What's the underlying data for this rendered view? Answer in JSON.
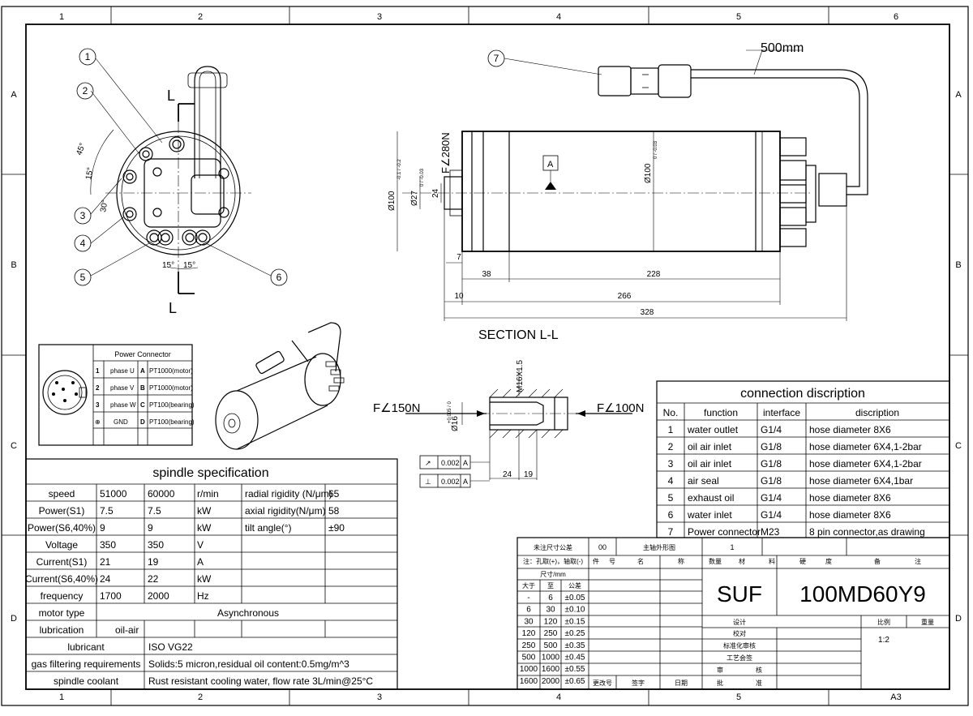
{
  "frame": {
    "columns": [
      "1",
      "2",
      "3",
      "4",
      "5",
      "6"
    ],
    "rows": [
      "A",
      "B",
      "C",
      "D"
    ],
    "sheet_size": "A3"
  },
  "front_view": {
    "callouts": [
      "1",
      "2",
      "3",
      "4",
      "5",
      "6"
    ],
    "section_mark": "L",
    "angle_labels": [
      "45°",
      "15°",
      "30°",
      "15°",
      "15°"
    ]
  },
  "section_view": {
    "title": "SECTION L-L",
    "cable_length": "500mm",
    "callout_7": "7",
    "datum": "A",
    "axial_force": "F∠280N",
    "diameters": [
      "Ø100",
      "Ø100",
      "Ø27",
      "24"
    ],
    "diameter_tol_small": "-0.1 / -0.2",
    "diameter_tol_27": "0 / -0.03",
    "diameter_tol_body": "0 / -0.03",
    "lengths": [
      "7",
      "38",
      "228",
      "10",
      "266",
      "328"
    ]
  },
  "shaft_detail": {
    "thread": "M16X1.5",
    "force_left": "F∠150N",
    "force_right": "F∠100N",
    "diameter": "Ø16",
    "diameter_tol": "+0.005 / 0",
    "lengths": [
      "24",
      "19"
    ],
    "tolerances": [
      {
        "symbol": "↗",
        "value": "0.002",
        "datum": "A"
      },
      {
        "symbol": "⊥",
        "value": "0.002",
        "datum": "A"
      }
    ]
  },
  "power_connector": {
    "title": "Power Connector",
    "rows": [
      {
        "num": "1",
        "name": "phase U",
        "letter": "A",
        "sensor": "PT1000(motor)"
      },
      {
        "num": "2",
        "name": "phase V",
        "letter": "B",
        "sensor": "PT1000(motor)"
      },
      {
        "num": "3",
        "name": "phase W",
        "letter": "C",
        "sensor": "PT100(bearing)"
      },
      {
        "num": "⊕",
        "name": "GND",
        "letter": "D",
        "sensor": "PT100(bearing)"
      }
    ]
  },
  "spec": {
    "title": "spindle specification",
    "rows": [
      {
        "label": "speed",
        "v1": "51000",
        "v2": "60000",
        "unit": "r/min",
        "label2": "radial rigidity (N/μm)",
        "value2": "65"
      },
      {
        "label": "Power(S1)",
        "v1": "7.5",
        "v2": "7.5",
        "unit": "kW",
        "label2": "axial rigidity(N/μm)",
        "value2": "58"
      },
      {
        "label": "Power(S6,40%)",
        "v1": "9",
        "v2": "9",
        "unit": "kW",
        "label2": "tilt angle(°)",
        "value2": "±90"
      },
      {
        "label": "Voltage",
        "v1": "350",
        "v2": "350",
        "unit": "V",
        "label2": "",
        "value2": ""
      },
      {
        "label": "Current(S1)",
        "v1": "21",
        "v2": "19",
        "unit": "A",
        "label2": "",
        "value2": ""
      },
      {
        "label": "Current(S6,40%)",
        "v1": "24",
        "v2": "22",
        "unit": "kW",
        "label2": "",
        "value2": ""
      },
      {
        "label": "frequency",
        "v1": "1700",
        "v2": "2000",
        "unit": "Hz",
        "label2": "",
        "value2": ""
      }
    ],
    "motor_type_label": "motor type",
    "motor_type": "Asynchronous",
    "lubrication_label": "lubrication",
    "lubrication": "oil-air",
    "lubricant_label": "lubricant",
    "lubricant": "ISO VG22",
    "gas_label": "gas filtering requirements",
    "gas": "Solids:5 micron,residual oil content:0.5mg/m^3",
    "coolant_label": "spindle coolant",
    "coolant": "Rust resistant cooling water, flow rate 3L/min@25°C"
  },
  "connections": {
    "title": "connection discription",
    "headers": [
      "No.",
      "function",
      "interface",
      "discription"
    ],
    "rows": [
      {
        "no": "1",
        "function": "water outlet",
        "interface": "G1/4",
        "desc": "hose diameter 8X6"
      },
      {
        "no": "2",
        "function": "oil air inlet",
        "interface": "G1/8",
        "desc": "hose diameter 6X4,1-2bar"
      },
      {
        "no": "3",
        "function": "oil air inlet",
        "interface": "G1/8",
        "desc": "hose diameter 6X4,1-2bar"
      },
      {
        "no": "4",
        "function": "air seal",
        "interface": "G1/8",
        "desc": "hose diameter 6X4,1bar"
      },
      {
        "no": "5",
        "function": "exhaust oil",
        "interface": "G1/4",
        "desc": "hose diameter 8X6"
      },
      {
        "no": "6",
        "function": "water inlet",
        "interface": "G1/4",
        "desc": "hose diameter 8X6"
      },
      {
        "no": "7",
        "function": "Power connector",
        "interface": "M23",
        "desc": "8 pin connector,as drawing"
      }
    ]
  },
  "title_block": {
    "untol_label": "未注尺寸公差",
    "untol_value": "00",
    "view_label": "主轴外形图",
    "view_value": "1",
    "note_label": "注：孔取(+)，轴取(-)",
    "cols": [
      "件",
      "号",
      "名",
      "称",
      "数量",
      "材",
      "料",
      "硬",
      "度",
      "备",
      "注"
    ],
    "size_label": "尺寸/mm",
    "tol_headers": [
      "大于",
      "至",
      "公差"
    ],
    "tol_rows": [
      [
        "-",
        "6",
        "±0.05"
      ],
      [
        "6",
        "30",
        "±0.10"
      ],
      [
        "30",
        "120",
        "±0.15"
      ],
      [
        "120",
        "250",
        "±0.25"
      ],
      [
        "250",
        "500",
        "±0.35"
      ],
      [
        "500",
        "1000",
        "±0.45"
      ],
      [
        "1000",
        "1600",
        "±0.55"
      ],
      [
        "1600",
        "2000",
        "±0.65"
      ]
    ],
    "bottom_labels": [
      "更改号",
      "签字",
      "日期"
    ],
    "company": "SUF",
    "model": "100MD60Y9",
    "design": "设计",
    "check": "校对",
    "standard": "标准化审核",
    "process": "工艺会签",
    "review": "审",
    "review2": "核",
    "approve": "批",
    "approve2": "准",
    "scale_label": "比例",
    "weight_label": "重量",
    "scale": "1:2"
  }
}
